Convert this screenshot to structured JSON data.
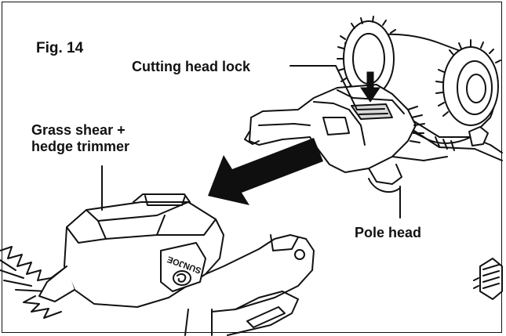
{
  "figure": {
    "number_label": "Fig. 14"
  },
  "callouts": {
    "cutting_head_lock": "Cutting head lock",
    "grass_shear_line1": "Grass shear +",
    "grass_shear_line2": "hedge trimmer",
    "pole_head": "Pole head"
  },
  "brand_mark": "SUNJOE",
  "colors": {
    "ink": "#111111",
    "arrow": "#0f0f0f",
    "paper": "#ffffff",
    "shade": "#d9d9d9"
  },
  "icons": {
    "direction": "removal-arrow-icon",
    "press": "press-down-arrow-icon"
  }
}
